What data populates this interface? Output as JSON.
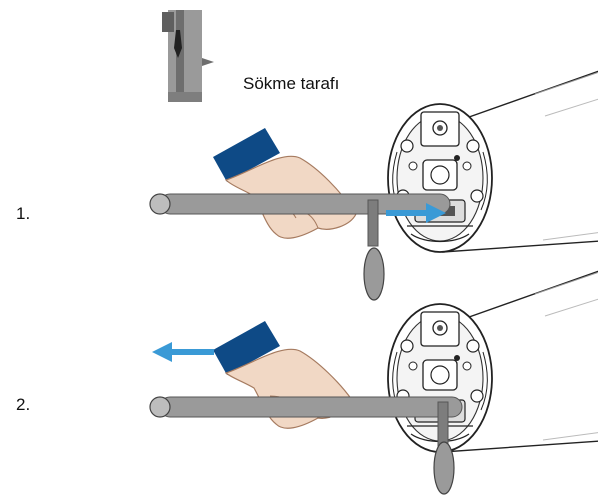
{
  "figure": {
    "label": "Sökme tarafı",
    "steps": [
      "1.",
      "2."
    ]
  },
  "icons": {
    "tool_symbol": "screwdriver-symbol-icon",
    "hand": "hand-icon",
    "tube": "roller-tube-icon",
    "rod": "rod-icon",
    "arrow": "push-arrow-icon"
  },
  "colors": {
    "rod_gray": "#9a9a9a",
    "symbol_dark": "#6e6e6e",
    "sleeve_blue": "#0e4a86",
    "arrow_blue": "#3a9ad6",
    "skin": "#f1d8c5"
  }
}
